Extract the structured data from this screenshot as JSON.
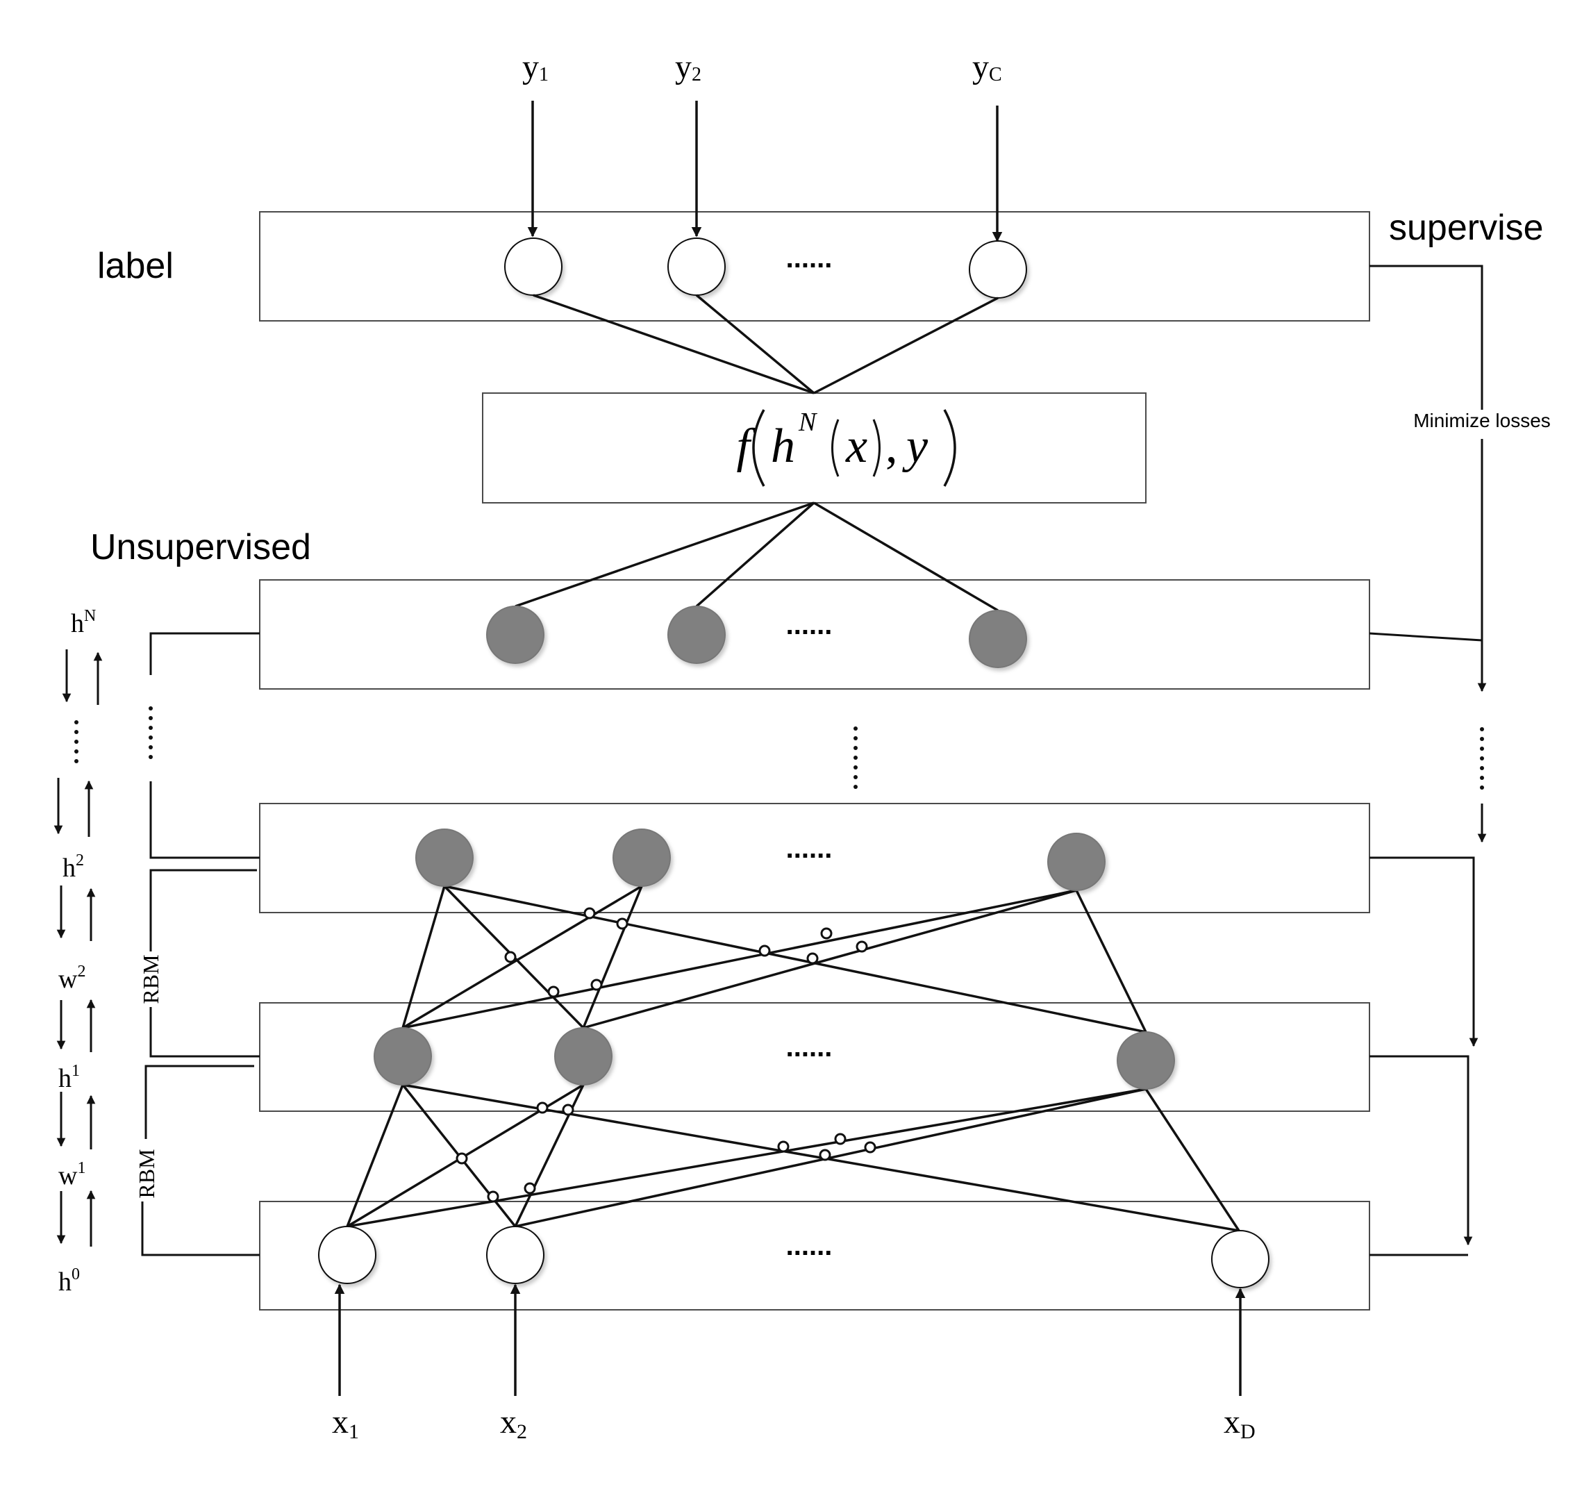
{
  "labels": {
    "label": "label",
    "supervise": "supervise",
    "minimize_losses": "Minimize losses",
    "unsupervised": "Unsupervised",
    "rbm": "RBM",
    "ellipsis": "......"
  },
  "formula": "f(h^N(x), y)",
  "outputs": [
    {
      "base": "y",
      "sub": "1"
    },
    {
      "base": "y",
      "sub": "2"
    },
    {
      "base": "y",
      "sub": "C"
    }
  ],
  "inputs": [
    {
      "base": "x",
      "sub": "1"
    },
    {
      "base": "x",
      "sub": "2"
    },
    {
      "base": "x",
      "sub": "D"
    }
  ],
  "side_labels": [
    {
      "base": "h",
      "sup": "N"
    },
    {
      "base": "h",
      "sup": "2"
    },
    {
      "base": "w",
      "sup": "2"
    },
    {
      "base": "h",
      "sup": "1"
    },
    {
      "base": "w",
      "sup": "1"
    },
    {
      "base": "h",
      "sup": "0"
    }
  ]
}
